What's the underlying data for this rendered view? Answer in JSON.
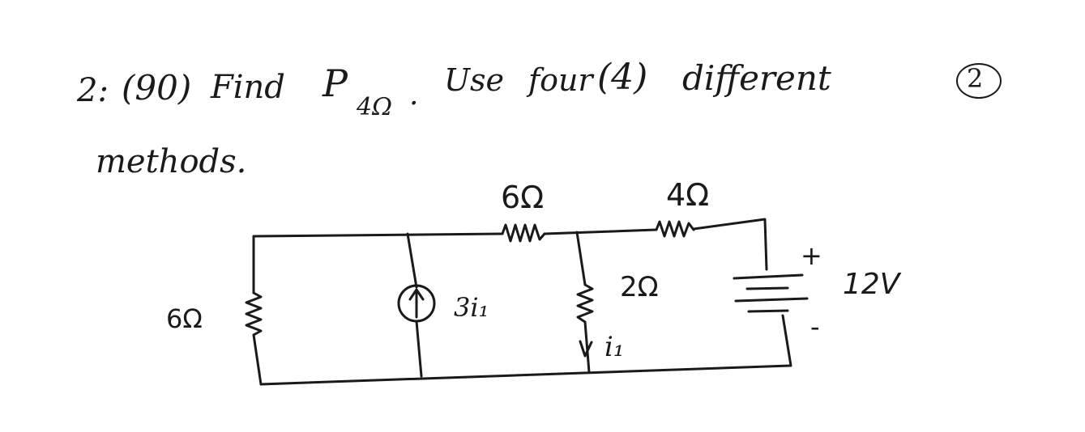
{
  "question": {
    "number": "2:",
    "points": "(90)",
    "find": "Find",
    "power_symbol": "P",
    "power_subscript": "4Ω",
    "period": ".",
    "use": "Use",
    "four": "four",
    "four_numeral": "(4)",
    "different": "different",
    "methods": "methods."
  },
  "page_number": "2",
  "circuit": {
    "labels": {
      "top_left_resistor": "6Ω",
      "top_right_resistor": "4Ω",
      "left_resistor": "6Ω",
      "middle_resistor": "2Ω",
      "current_source": "3i₁",
      "branch_current": "i₁",
      "voltage_source": "12V",
      "plus_terminal": "+",
      "minus_terminal": "-"
    }
  }
}
